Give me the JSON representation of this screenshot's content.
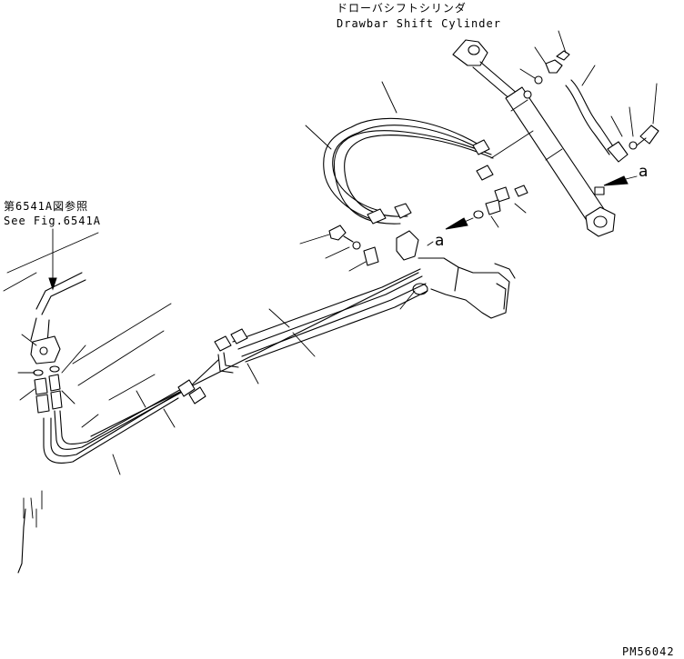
{
  "labels": {
    "cylinder_jp": "ドローバシフトシリンダ",
    "cylinder_en": "Drawbar Shift Cylinder",
    "ref_jp": "第6541A図参照",
    "ref_en": "See Fig.6541A",
    "view_a_right": "a",
    "view_a_center": "a",
    "drawing_no": "PM56042"
  }
}
